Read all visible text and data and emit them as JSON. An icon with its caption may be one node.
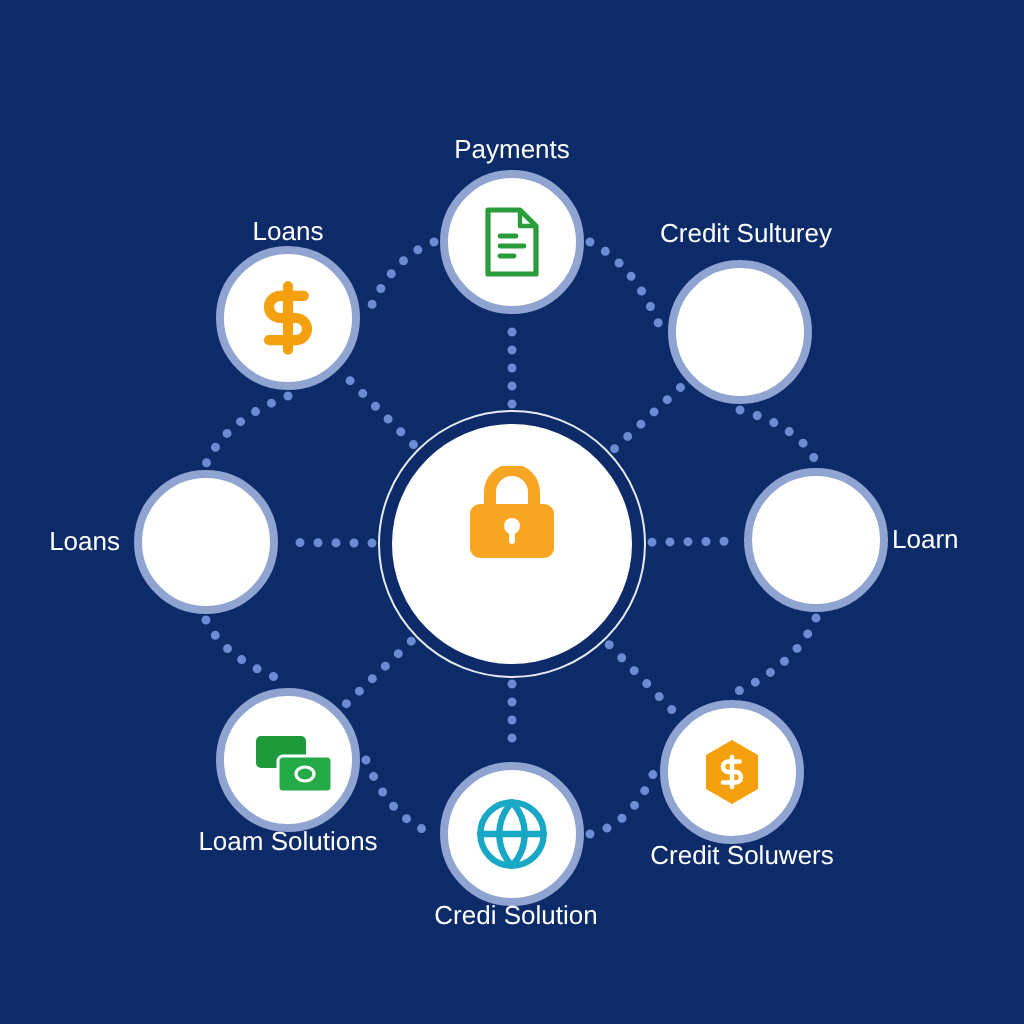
{
  "diagram": {
    "nodes": [
      {
        "text": [
          "Payments"
        ]
      },
      {
        "text": [
          "Loans"
        ]
      },
      {
        "text": [
          "Credit Sulturey"
        ]
      },
      {
        "text": [
          "Loans"
        ]
      },
      {
        "text": [],
        "shape": "circle"
      },
      {
        "text": [
          "Loarn"
        ]
      },
      {
        "text": [
          "Loam Solutions"
        ]
      },
      {
        "text": [
          "Credit Soluwers"
        ]
      },
      {
        "text": [
          "Credi Solution"
        ]
      }
    ],
    "edges": [
      {
        "from": 4,
        "to": 0,
        "arrow": "none",
        "style": "dashed"
      },
      {
        "from": 4,
        "to": 1,
        "arrow": "none",
        "style": "dashed"
      },
      {
        "from": 4,
        "to": 2,
        "arrow": "none",
        "style": "dashed"
      },
      {
        "from": 4,
        "to": 3,
        "arrow": "none",
        "style": "dashed"
      },
      {
        "from": 4,
        "to": 5,
        "arrow": "none",
        "style": "dashed"
      },
      {
        "from": 4,
        "to": 6,
        "arrow": "none",
        "style": "dashed"
      },
      {
        "from": 4,
        "to": 7,
        "arrow": "none",
        "style": "dashed"
      },
      {
        "from": 4,
        "to": 8,
        "arrow": "none",
        "style": "dashed"
      },
      {
        "from": 0,
        "to": 1,
        "arrow": "none",
        "style": "dashed"
      },
      {
        "from": 0,
        "to": 2,
        "arrow": "none",
        "style": "dashed"
      },
      {
        "from": 1,
        "to": 3,
        "arrow": "none",
        "style": "dashed"
      },
      {
        "from": 2,
        "to": 5,
        "arrow": "none",
        "style": "dashed"
      },
      {
        "from": 3,
        "to": 6,
        "arrow": "none",
        "style": "dashed"
      },
      {
        "from": 5,
        "to": 7,
        "arrow": "none",
        "style": "dashed"
      },
      {
        "from": 6,
        "to": 8,
        "arrow": "none",
        "style": "dashed"
      },
      {
        "from": 8,
        "to": 7,
        "arrow": "none",
        "style": "dashed"
      }
    ]
  }
}
